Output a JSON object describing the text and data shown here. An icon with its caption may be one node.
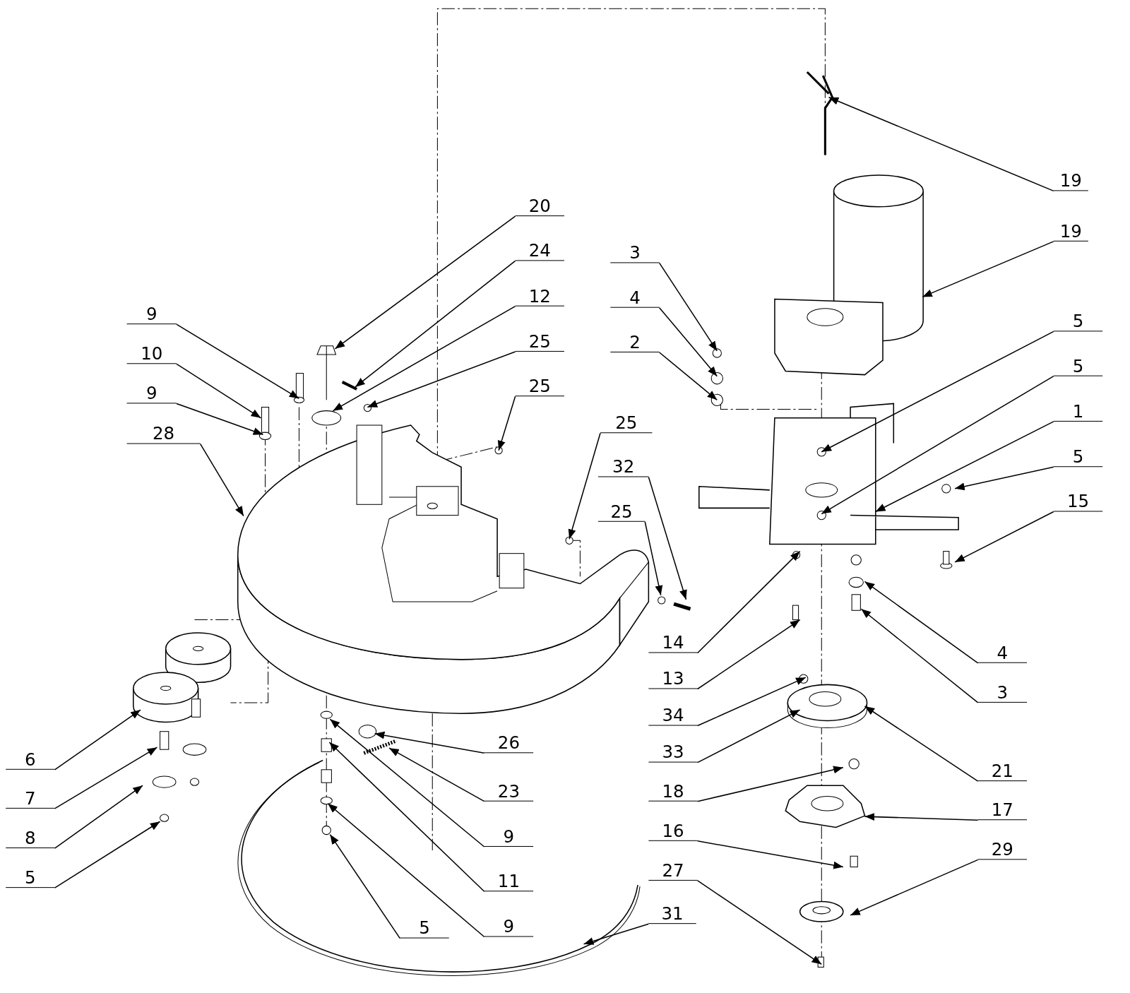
{
  "diagram": {
    "nodes": [
      {
        "text": [
          "19"
        ]
      },
      {
        "text": [
          "19"
        ]
      },
      {
        "text": [
          "20"
        ]
      },
      {
        "text": [
          "24"
        ]
      },
      {
        "text": [
          "12"
        ]
      },
      {
        "text": [
          "25"
        ]
      },
      {
        "text": [
          "25"
        ]
      },
      {
        "text": [
          "9"
        ]
      },
      {
        "text": [
          "10"
        ]
      },
      {
        "text": [
          "9"
        ]
      },
      {
        "text": [
          "28"
        ]
      },
      {
        "text": [
          "3"
        ]
      },
      {
        "text": [
          "4"
        ]
      },
      {
        "text": [
          "2"
        ]
      },
      {
        "text": [
          "5"
        ]
      },
      {
        "text": [
          "5"
        ]
      },
      {
        "text": [
          "1"
        ]
      },
      {
        "text": [
          "5"
        ]
      },
      {
        "text": [
          "15"
        ]
      },
      {
        "text": [
          "25"
        ]
      },
      {
        "text": [
          "32"
        ]
      },
      {
        "text": [
          "25"
        ]
      },
      {
        "text": [
          "14"
        ]
      },
      {
        "text": [
          "13"
        ]
      },
      {
        "text": [
          "34"
        ]
      },
      {
        "text": [
          "33"
        ]
      },
      {
        "text": [
          "18"
        ]
      },
      {
        "text": [
          "16"
        ]
      },
      {
        "text": [
          "27"
        ]
      },
      {
        "text": [
          "4"
        ]
      },
      {
        "text": [
          "3"
        ]
      },
      {
        "text": [
          "21"
        ]
      },
      {
        "text": [
          "17"
        ]
      },
      {
        "text": [
          "29"
        ]
      },
      {
        "text": [
          "31"
        ]
      },
      {
        "text": [
          "6"
        ]
      },
      {
        "text": [
          "7"
        ]
      },
      {
        "text": [
          "8"
        ]
      },
      {
        "text": [
          "5"
        ]
      },
      {
        "text": [
          "26"
        ]
      },
      {
        "text": [
          "23"
        ]
      },
      {
        "text": [
          "9"
        ]
      },
      {
        "text": [
          "11"
        ]
      },
      {
        "text": [
          "9"
        ]
      },
      {
        "text": [
          "5"
        ]
      }
    ],
    "edges": [
      {
        "from": 0,
        "to": null,
        "arrow": "to"
      },
      {
        "from": 1,
        "to": null,
        "arrow": "to"
      },
      {
        "from": 2,
        "to": null,
        "arrow": "to"
      },
      {
        "from": 3,
        "to": null,
        "arrow": "to"
      },
      {
        "from": 4,
        "to": null,
        "arrow": "to"
      },
      {
        "from": 5,
        "to": null,
        "arrow": "to"
      },
      {
        "from": 6,
        "to": null,
        "arrow": "to"
      },
      {
        "from": 7,
        "to": null,
        "arrow": "to"
      },
      {
        "from": 8,
        "to": null,
        "arrow": "to"
      },
      {
        "from": 9,
        "to": null,
        "arrow": "to"
      },
      {
        "from": 10,
        "to": null,
        "arrow": "to"
      },
      {
        "from": 11,
        "to": null,
        "arrow": "to"
      },
      {
        "from": 12,
        "to": null,
        "arrow": "to"
      },
      {
        "from": 13,
        "to": null,
        "arrow": "to"
      },
      {
        "from": 14,
        "to": null,
        "arrow": "to"
      },
      {
        "from": 15,
        "to": null,
        "arrow": "to"
      },
      {
        "from": 16,
        "to": null,
        "arrow": "to"
      },
      {
        "from": 17,
        "to": null,
        "arrow": "to"
      },
      {
        "from": 18,
        "to": null,
        "arrow": "to"
      },
      {
        "from": 19,
        "to": null,
        "arrow": "to"
      },
      {
        "from": 20,
        "to": null,
        "arrow": "to"
      },
      {
        "from": 21,
        "to": null,
        "arrow": "to"
      },
      {
        "from": 22,
        "to": null,
        "arrow": "to"
      },
      {
        "from": 23,
        "to": null,
        "arrow": "to"
      },
      {
        "from": 24,
        "to": null,
        "arrow": "to"
      },
      {
        "from": 25,
        "to": null,
        "arrow": "to"
      },
      {
        "from": 26,
        "to": null,
        "arrow": "to"
      },
      {
        "from": 27,
        "to": null,
        "arrow": "to"
      },
      {
        "from": 28,
        "to": null,
        "arrow": "to"
      },
      {
        "from": 29,
        "to": null,
        "arrow": "to"
      },
      {
        "from": 30,
        "to": null,
        "arrow": "to"
      },
      {
        "from": 31,
        "to": null,
        "arrow": "to"
      },
      {
        "from": 32,
        "to": null,
        "arrow": "to"
      },
      {
        "from": 33,
        "to": null,
        "arrow": "to"
      },
      {
        "from": 34,
        "to": null,
        "arrow": "to"
      },
      {
        "from": 35,
        "to": null,
        "arrow": "to"
      },
      {
        "from": 36,
        "to": null,
        "arrow": "to"
      },
      {
        "from": 37,
        "to": null,
        "arrow": "to"
      },
      {
        "from": 38,
        "to": null,
        "arrow": "to"
      },
      {
        "from": 39,
        "to": null,
        "arrow": "to"
      },
      {
        "from": 40,
        "to": null,
        "arrow": "to"
      },
      {
        "from": 41,
        "to": null,
        "arrow": "to"
      },
      {
        "from": 42,
        "to": null,
        "arrow": "to"
      },
      {
        "from": 43,
        "to": null,
        "arrow": "to"
      },
      {
        "from": 44,
        "to": null,
        "arrow": "to"
      }
    ]
  }
}
